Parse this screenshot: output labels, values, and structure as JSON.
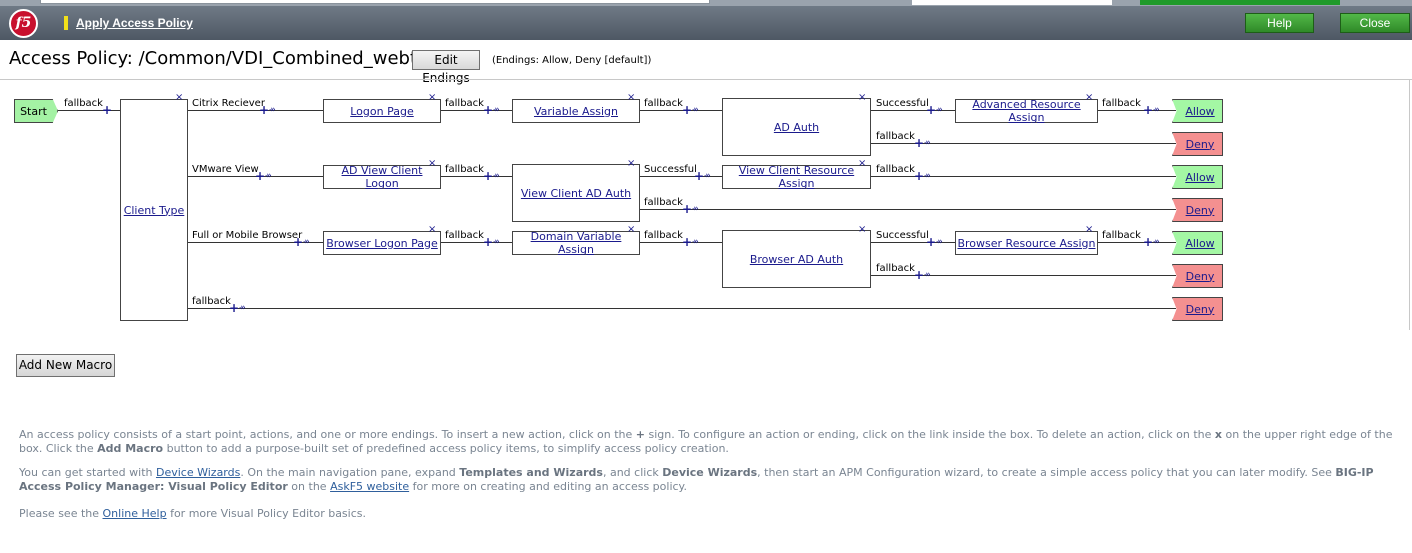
{
  "window": {
    "apply_link": "Apply Access Policy",
    "help_btn": "Help",
    "close_btn": "Close",
    "logo": "f5"
  },
  "header": {
    "title": "Access Policy: /Common/VDI_Combined_webtop",
    "edit_endings": "Edit Endings",
    "endings_note": "(Endings: Allow, Deny [default])"
  },
  "flow": {
    "start": "Start",
    "client_type": "Client Type",
    "logon_page": "Logon Page",
    "variable_assign": "Variable Assign",
    "ad_auth": "AD Auth",
    "advanced_resource_assign": "Advanced Resource Assign",
    "ad_view_client_logon": "AD View Client Logon",
    "view_client_ad_auth": "View Client AD Auth",
    "view_client_resource_assign": "View Client Resource Assign",
    "browser_logon_page": "Browser Logon Page",
    "domain_variable_assign": "Domain Variable Assign",
    "browser_ad_auth": "Browser AD Auth",
    "browser_resource_assign": "Browser Resource Assign",
    "branch_citrix": "Citrix Reciever",
    "branch_vmware": "VMware View",
    "branch_browser": "Full or Mobile Browser",
    "fallback": "fallback",
    "successful": "Successful",
    "allow": "Allow",
    "deny": "Deny",
    "delete_mark": "×",
    "plus_mark": "+",
    "arrow_mark": "-»"
  },
  "macro_btn": "Add New Macro",
  "help": {
    "p1_a": "An access policy consists of a start point, actions, and one or more endings. To insert a new action, click on the ",
    "p1_plus": "+",
    "p1_b": " sign. To configure an action or ending, click on the link inside the box. To delete an action, click on the ",
    "p1_x": "x",
    "p1_c": " on the upper right edge of the box. Click the ",
    "p1_macro": "Add Macro",
    "p1_d": " button to add a purpose-built set of predefined access policy items, to simplify access policy creation.",
    "p2_a": "You can get started with ",
    "p2_link1": "Device Wizards",
    "p2_b": ". On the main navigation pane, expand ",
    "p2_tw": "Templates and Wizards",
    "p2_c": ", and click ",
    "p2_dw": "Device Wizards",
    "p2_d": ", then start an APM Configuration wizard, to create a simple access policy that you can later modify. See ",
    "p2_doc": "BIG-IP Access Policy Manager: Visual Policy Editor",
    "p2_e": " on the ",
    "p2_link2": "AskF5 website",
    "p2_f": " for more on creating and editing an access policy.",
    "p3_a": "Please see the ",
    "p3_link": "Online Help",
    "p3_b": " for more Visual Policy Editor basics."
  }
}
